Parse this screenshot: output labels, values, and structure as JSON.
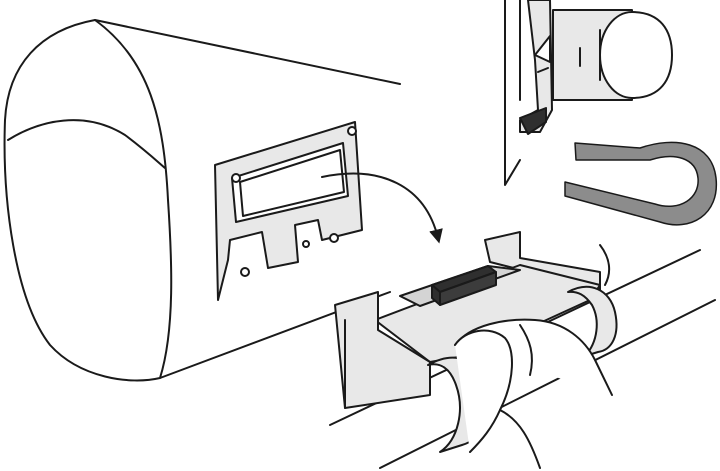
{
  "figure": {
    "kind": "installation-diagram",
    "palette": {
      "background": "#ffffff",
      "outline": "#1a1a1a",
      "panel": "#e8e8e8",
      "panel_shade": "#d4d4d4",
      "clip_dark": "#2f2f2f",
      "clip_gray": "#8c8c8c"
    },
    "icons": [
      "device-housing",
      "mounting-plate",
      "placement-arrow",
      "wall-bracket",
      "locking-clip",
      "mounting-rail",
      "hand"
    ]
  }
}
